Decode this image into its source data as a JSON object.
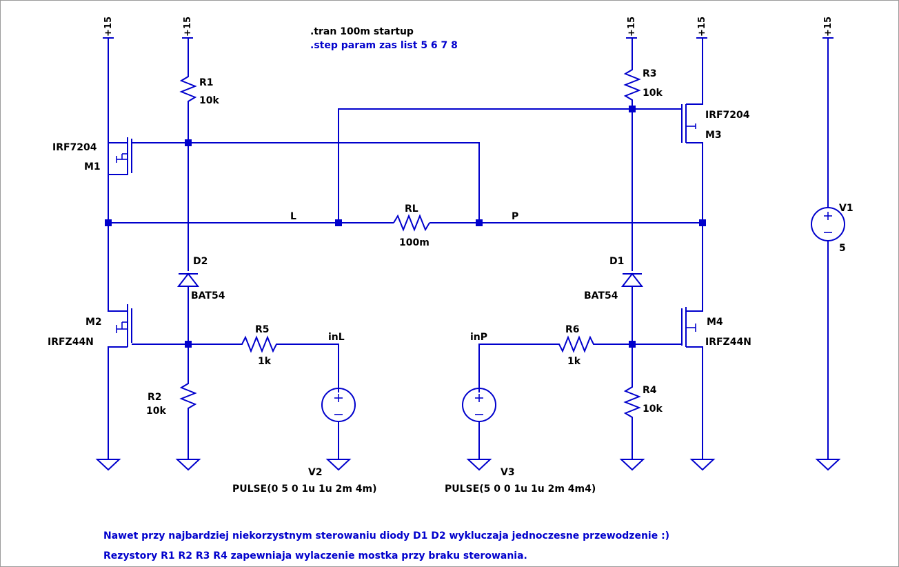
{
  "directives": {
    "tran": ".tran 100m startup",
    "step": ".step param zas list 5 6 7 8"
  },
  "supply_label": "+15",
  "components": {
    "R1": {
      "name": "R1",
      "value": "10k"
    },
    "R2": {
      "name": "R2",
      "value": "10k"
    },
    "R3": {
      "name": "R3",
      "value": "10k"
    },
    "R4": {
      "name": "R4",
      "value": "10k"
    },
    "R5": {
      "name": "R5",
      "value": "1k"
    },
    "R6": {
      "name": "R6",
      "value": "1k"
    },
    "RL": {
      "name": "RL",
      "value": "100m"
    },
    "M1": {
      "name": "M1",
      "model": "IRF7204"
    },
    "M2": {
      "name": "M2",
      "model": "IRFZ44N"
    },
    "M3": {
      "name": "M3",
      "model": "IRF7204"
    },
    "M4": {
      "name": "M4",
      "model": "IRFZ44N"
    },
    "D1": {
      "name": "D1",
      "model": "BAT54"
    },
    "D2": {
      "name": "D2",
      "model": "BAT54"
    },
    "V1": {
      "name": "V1",
      "value": "5"
    },
    "V2": {
      "name": "V2",
      "value": "PULSE(0 5 0 1u 1u 2m 4m)"
    },
    "V3": {
      "name": "V3",
      "value": "PULSE(5 0 0 1u 1u 2m 4m4)"
    }
  },
  "nets": {
    "L": "L",
    "P": "P",
    "inL": "inL",
    "inP": "inP"
  },
  "notes": [
    "Nawet przy najbardziej niekorzystnym sterowaniu diody D1 D2 wykluczaja jednoczesne przewodzenie :)",
    "Rezystory R1 R2 R3 R4 zapewniaja wylaczenie mostka przy braku sterowania."
  ],
  "colors": {
    "wire": "#0000cc",
    "text": "#000000",
    "directive": "#0000cc"
  }
}
